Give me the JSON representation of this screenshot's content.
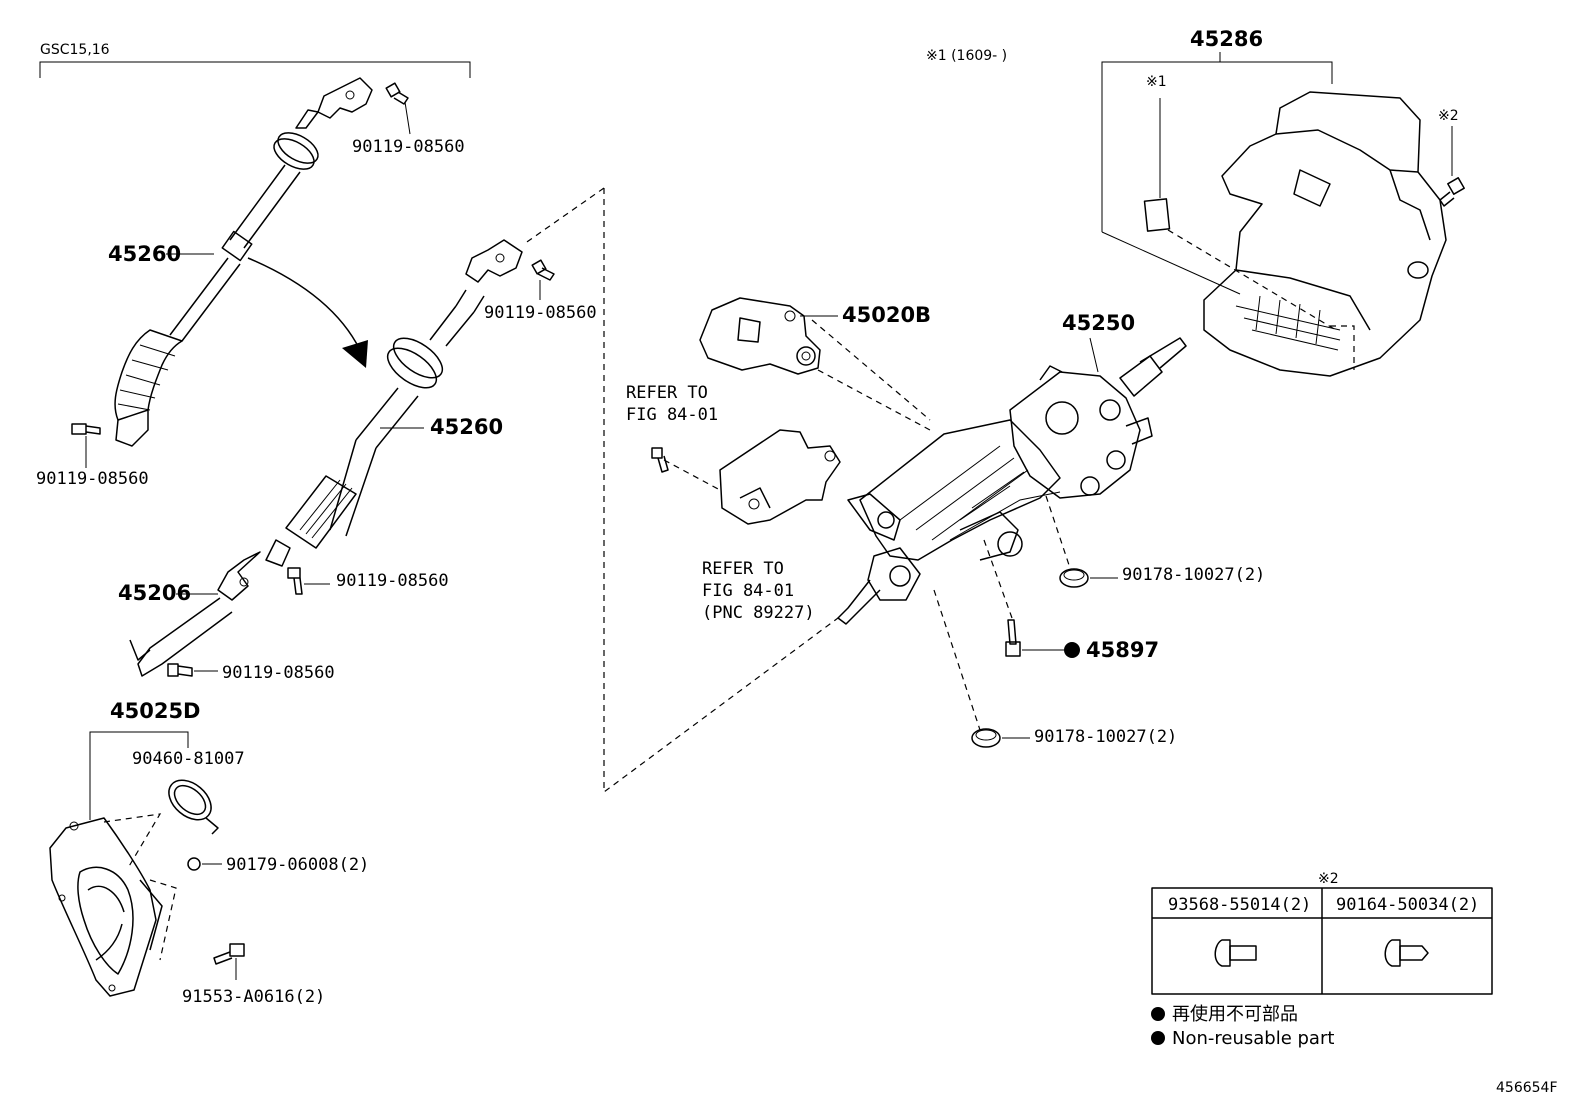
{
  "diagram_id": "456654F",
  "model_label": "GSC15,16",
  "date_note": "※1 (1609-      )",
  "callouts": {
    "p45286": "45286",
    "mark1": "※1",
    "mark2": "※2",
    "p45260_upper": "45260",
    "p45260_lower": "45260",
    "p45206": "45206",
    "p45020B": "45020B",
    "p45250": "45250",
    "p45897": "45897",
    "p45025D": "45025D",
    "bolt_top": "90119-08560",
    "bolt_right": "90119-08560",
    "bolt_left": "90119-08560",
    "bolt_mid": "90119-08560",
    "bolt_low": "90119-08560",
    "nut_right": "90178-10027(2)",
    "nut_low": "90178-10027(2)",
    "ring": "90460-81007",
    "bolt_90179": "90179-06008(2)",
    "bolt_91553": "91553-A0616(2)",
    "refer1_l1": "REFER TO",
    "refer1_l2": "FIG 84-01",
    "refer2_l1": "REFER TO",
    "refer2_l2": "FIG 84-01",
    "refer2_l3": "(PNC 89227)"
  },
  "fastener_table": {
    "mark": "※2",
    "columns": [
      "93568-55014(2)",
      "90164-50034(2)"
    ]
  },
  "legend": {
    "jp": "再使用不可部品",
    "en": "Non-reusable part"
  }
}
